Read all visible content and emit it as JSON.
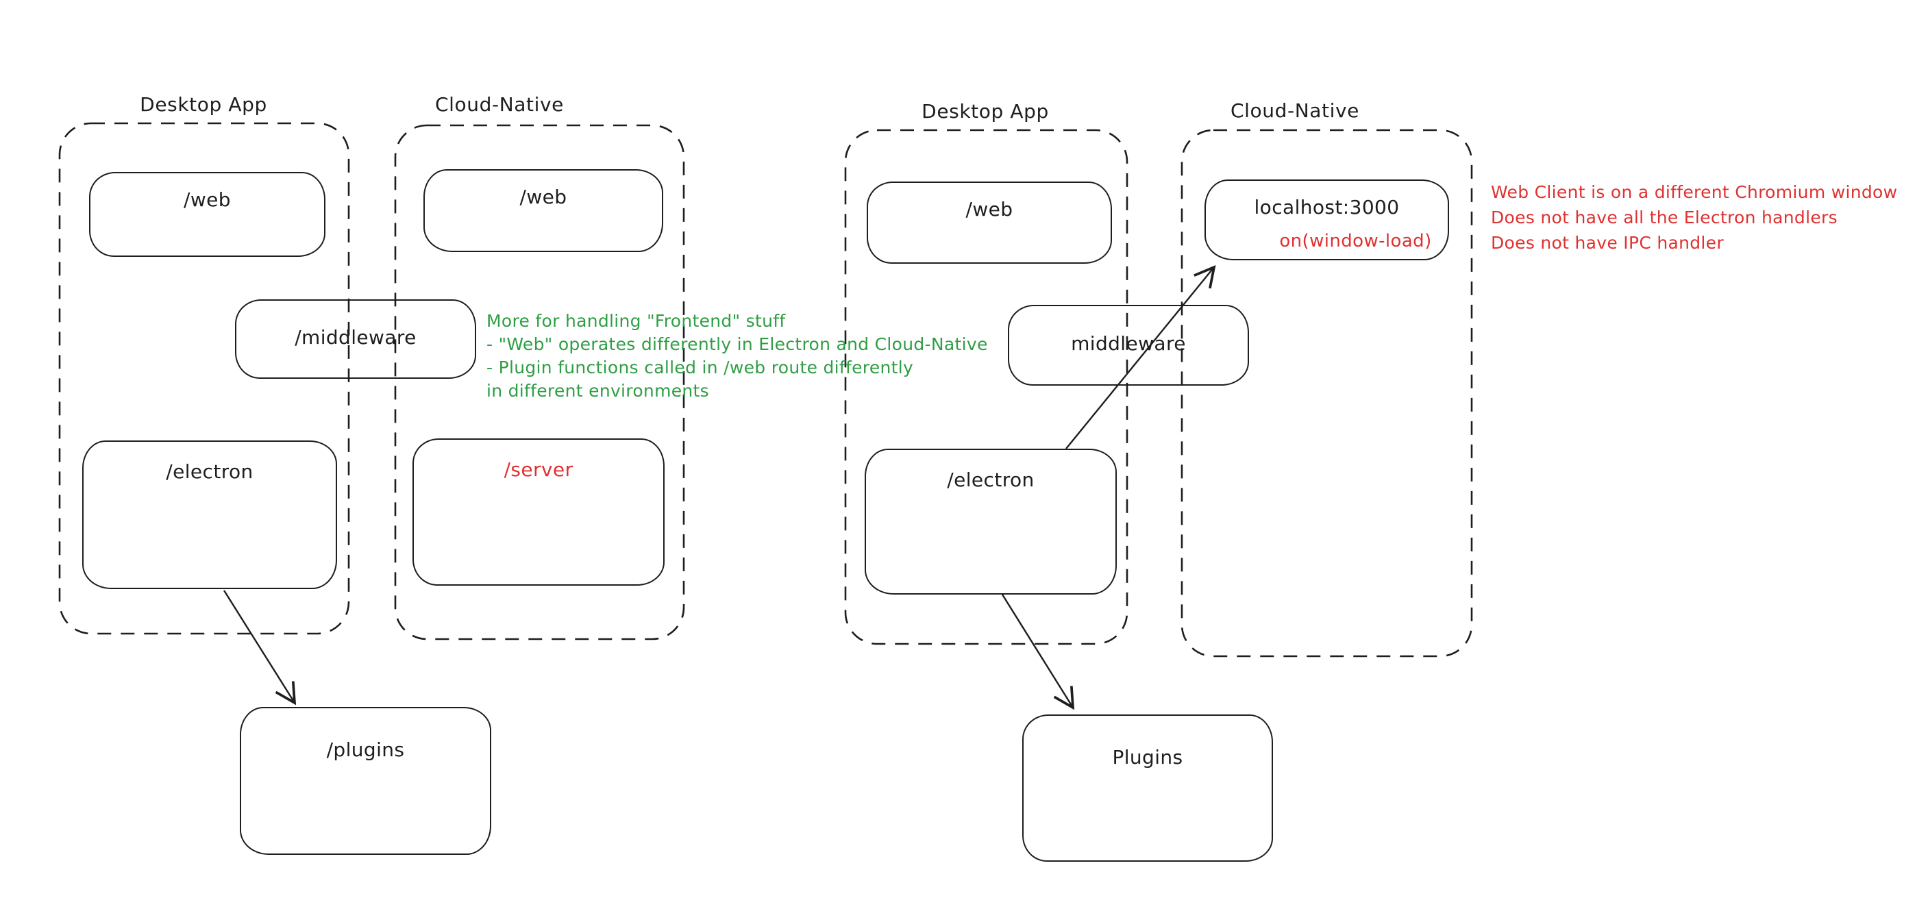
{
  "colors": {
    "ink": "#1e1e1e",
    "red": "#e03131",
    "green": "#2f9e44",
    "paper": "#ffffff"
  },
  "left_diagram": {
    "desktop_app_label": "Desktop App",
    "cloud_native_label": "Cloud-Native",
    "web_desktop_box": "/web",
    "web_cloud_box": "/web",
    "middleware_box": "/middleware",
    "electron_box": "/electron",
    "server_box": "/server",
    "plugins_box": "/plugins",
    "note": {
      "lines": [
        "More for handling \"Frontend\" stuff",
        "- \"Web\" operates differently in Electron and Cloud-Native",
        "- Plugin functions called in /web route differently",
        "in different environments"
      ]
    }
  },
  "right_diagram": {
    "desktop_app_label": "Desktop App",
    "cloud_native_label": "Cloud-Native",
    "web_box": "/web",
    "localhost_box": "localhost:3000",
    "localhost_sub_label": "on(window-load)",
    "middleware_box": "middleware",
    "electron_box": "/electron",
    "plugins_box": "Plugins",
    "note": {
      "lines": [
        "Web Client is on a different Chromium window",
        "Does not have all the Electron handlers",
        "Does not have IPC handler"
      ]
    }
  }
}
